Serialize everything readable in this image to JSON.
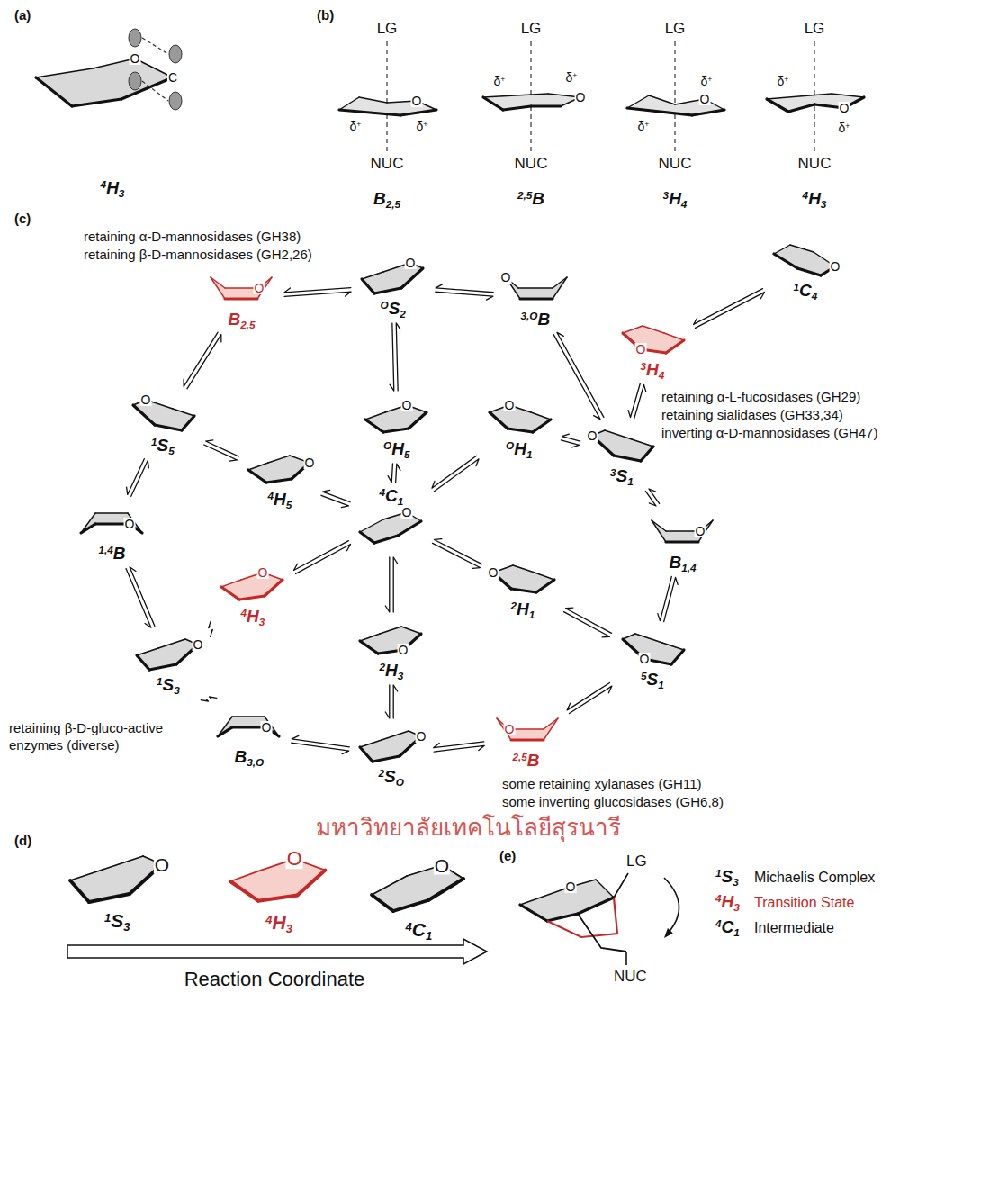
{
  "diagram": {
    "nodes": [
      {
        "text": [
          "O",
          "C",
          "4H3"
        ]
      },
      {
        "text": [
          "LG",
          "δ+",
          "O",
          "δ+",
          "NUC",
          "B2,5"
        ]
      },
      {
        "text": [
          "LG",
          "δ+",
          "O",
          "δ+",
          "NUC",
          "2,5B"
        ]
      },
      {
        "text": [
          "LG",
          "δ+",
          "O",
          "δ+",
          "NUC",
          "3H4"
        ]
      },
      {
        "text": [
          "LG",
          "δ+",
          "O",
          "δ+",
          "NUC",
          "4H3"
        ]
      },
      {
        "text": [
          "O",
          "B2,5"
        ]
      },
      {
        "text": [
          "O",
          "OS2"
        ]
      },
      {
        "text": [
          "O",
          "3,OB"
        ]
      },
      {
        "text": [
          "O",
          "1C4"
        ]
      },
      {
        "text": [
          "O",
          "3H4"
        ]
      },
      {
        "text": [
          "O",
          "1S5"
        ]
      },
      {
        "text": [
          "O",
          "OH5"
        ]
      },
      {
        "text": [
          "O",
          "OH1"
        ]
      },
      {
        "text": [
          "O",
          "3S1"
        ]
      },
      {
        "text": [
          "O",
          "4H5"
        ]
      },
      {
        "text": [
          "O",
          "4C1"
        ]
      },
      {
        "text": [
          "O",
          "1,4B"
        ]
      },
      {
        "text": [
          "O",
          "B1,4"
        ]
      },
      {
        "text": [
          "O",
          "4H3"
        ]
      },
      {
        "text": [
          "O",
          "2H1"
        ]
      },
      {
        "text": [
          "O",
          "2H3"
        ]
      },
      {
        "text": [
          "O",
          "1S3"
        ]
      },
      {
        "text": [
          "O",
          "5S1"
        ]
      },
      {
        "text": [
          "O",
          "B3,O"
        ]
      },
      {
        "text": [
          "O",
          "2SO"
        ]
      },
      {
        "text": [
          "O",
          "2,5B"
        ]
      },
      {
        "text": [
          "O",
          "1S3"
        ]
      },
      {
        "text": [
          "O",
          "4H3"
        ]
      },
      {
        "text": [
          "O",
          "4C1"
        ]
      },
      {
        "text": [
          "LG",
          "O",
          "1S3",
          "Michaelis Complex",
          "4H3",
          "Transition State",
          "4C1",
          "Intermediate",
          "NUC"
        ]
      }
    ],
    "edges": [
      {
        "from": 5,
        "to": 6,
        "arrow": "both"
      },
      {
        "from": 6,
        "to": 7,
        "arrow": "both"
      },
      {
        "from": 7,
        "to": 13,
        "arrow": "both"
      },
      {
        "from": 13,
        "to": 9,
        "arrow": "both"
      },
      {
        "from": 9,
        "to": 8,
        "arrow": "both"
      },
      {
        "from": 5,
        "to": 10,
        "arrow": "both"
      },
      {
        "from": 10,
        "to": 16,
        "arrow": "both"
      },
      {
        "from": 16,
        "to": 21,
        "arrow": "both"
      },
      {
        "from": 21,
        "to": 23,
        "arrow": "both"
      },
      {
        "from": 23,
        "to": 24,
        "arrow": "both"
      },
      {
        "from": 24,
        "to": 25,
        "arrow": "both"
      },
      {
        "from": 25,
        "to": 22,
        "arrow": "both"
      },
      {
        "from": 22,
        "to": 17,
        "arrow": "both"
      },
      {
        "from": 17,
        "to": 13,
        "arrow": "both"
      },
      {
        "from": 6,
        "to": 11,
        "arrow": "both"
      },
      {
        "from": 11,
        "to": 15,
        "arrow": "both"
      },
      {
        "from": 15,
        "to": 20,
        "arrow": "both"
      },
      {
        "from": 20,
        "to": 24,
        "arrow": "both"
      },
      {
        "from": 10,
        "to": 14,
        "arrow": "both"
      },
      {
        "from": 14,
        "to": 15,
        "arrow": "both"
      },
      {
        "from": 15,
        "to": 12,
        "arrow": "both"
      },
      {
        "from": 12,
        "to": 13,
        "arrow": "both"
      },
      {
        "from": 15,
        "to": 18,
        "arrow": "both"
      },
      {
        "from": 18,
        "to": 21,
        "arrow": "both"
      },
      {
        "from": 15,
        "to": 19,
        "arrow": "both"
      },
      {
        "from": 19,
        "to": 22,
        "arrow": "both"
      }
    ],
    "labels": [
      "(a)",
      "(b)",
      "(c)",
      "retaining α-D-mannosidases (GH38)",
      "retaining β-D-mannosidases (GH2,26)",
      "retaining α-L-fucosidases (GH29)",
      "retaining sialidases (GH33,34)",
      "inverting α-D-mannosidases (GH47)",
      "retaining β-D-gluco-active enzymes (diverse)",
      "some retaining xylanases (GH11)",
      "some inverting glucosidases (GH6,8)",
      "มหาวิทยาลัยเทคโนโลยีสุรนารี",
      "(d)",
      "(e)",
      "Reaction Coordinate"
    ]
  }
}
